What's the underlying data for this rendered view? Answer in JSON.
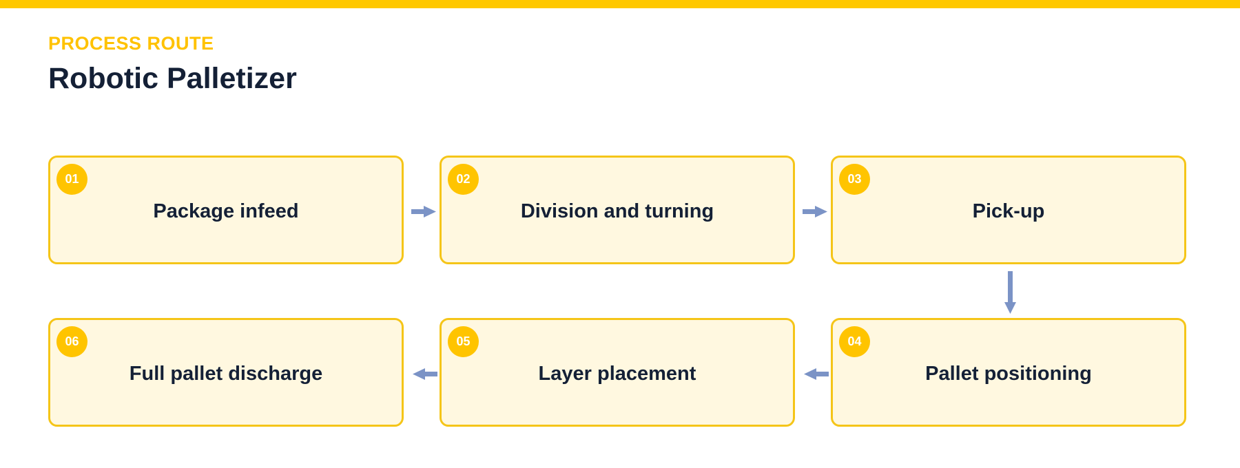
{
  "header": {
    "eyebrow": "PROCESS ROUTE",
    "title": "Robotic Palletizer"
  },
  "colors": {
    "accent": "#FFC800",
    "box_fill": "#FFF8E0",
    "box_border": "#F5C518",
    "text": "#142036",
    "arrow": "#7B93C6"
  },
  "steps": [
    {
      "number": "01",
      "label": "Package infeed"
    },
    {
      "number": "02",
      "label": "Division and turning"
    },
    {
      "number": "03",
      "label": "Pick-up"
    },
    {
      "number": "04",
      "label": "Pallet positioning"
    },
    {
      "number": "05",
      "label": "Layer placement"
    },
    {
      "number": "06",
      "label": "Full pallet discharge"
    }
  ]
}
